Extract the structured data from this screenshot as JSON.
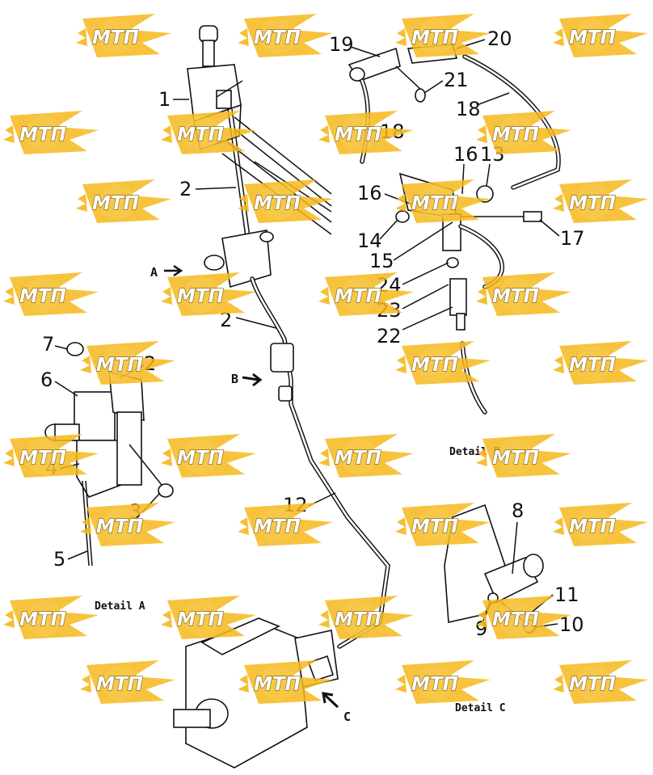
{
  "watermark": {
    "text": "МТП",
    "color_fill": "#f5b81c",
    "color_stroke": "#6b4a00"
  },
  "callouts": [
    "1",
    "2",
    "2",
    "2",
    "3",
    "4",
    "5",
    "6",
    "7",
    "8",
    "9",
    "10",
    "11",
    "12",
    "13",
    "14",
    "15",
    "16",
    "16",
    "17",
    "18",
    "18",
    "19",
    "20",
    "21",
    "22",
    "23",
    "24"
  ],
  "view_markers": {
    "a": "A",
    "b": "B",
    "c": "C"
  },
  "details": {
    "a": "Detail A",
    "b": "Detail B",
    "c": "Detail C"
  }
}
